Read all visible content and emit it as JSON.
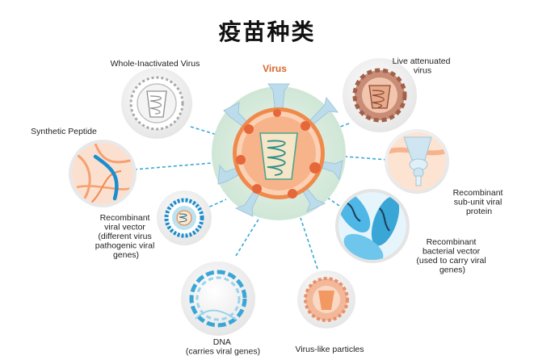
{
  "title": "疫苗种类",
  "center": {
    "label": "Virus"
  },
  "vaccine_types": [
    {
      "key": "whole_inactivated",
      "lines": [
        "Whole-Inactivated Virus"
      ]
    },
    {
      "key": "live_attenuated",
      "lines": [
        "Live attenuated",
        "virus"
      ]
    },
    {
      "key": "synthetic_peptide",
      "lines": [
        "Synthetic Peptide"
      ]
    },
    {
      "key": "recombinant_subunit",
      "lines": [
        "Recombinant",
        "sub-unit viral",
        "protein"
      ]
    },
    {
      "key": "recombinant_viral_vector",
      "lines": [
        "Recombinant",
        "viral vector",
        "(different virus",
        "pathogenic viral",
        "genes)"
      ]
    },
    {
      "key": "recombinant_bacterial_vector",
      "lines": [
        "Recombinant",
        "bacterial vector",
        "(used to carry viral",
        "genes)"
      ]
    },
    {
      "key": "dna",
      "lines": [
        "DNA",
        "(carries viral genes)"
      ]
    },
    {
      "key": "virus_like_particles",
      "lines": [
        "Virus-like particles"
      ]
    }
  ],
  "colors": {
    "connector": "#37a9d6",
    "virus_label": "#d9662a",
    "spike": "#bcdcec",
    "capsid_orange": "#f08a4b",
    "inner_orange": "#f7b48a",
    "rna": "#2e8f8a",
    "inactivated_gray": "#8f8f8f",
    "attenuated_brown": "#a26049",
    "dna_blue": "#3aa6d6",
    "bacteria_blue": "#4eb7e6"
  }
}
